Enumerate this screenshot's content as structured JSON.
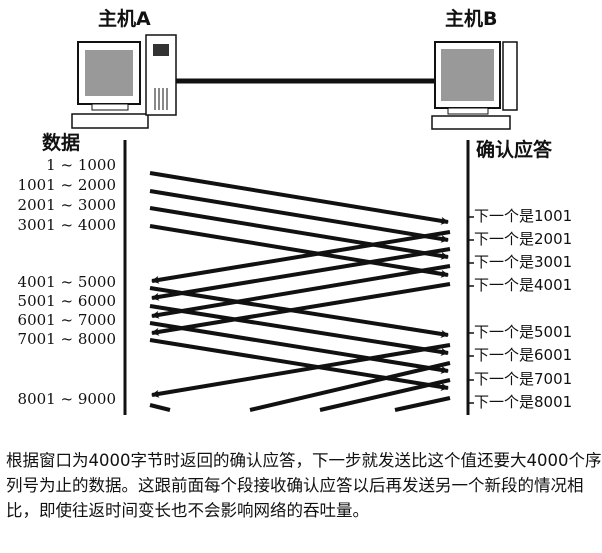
{
  "hosts": {
    "a": "主机A",
    "b": "主机B"
  },
  "columns": {
    "data": "数据",
    "ack": "确认应答"
  },
  "data_segments": [
    "1 ~ 1000",
    "1001 ~ 2000",
    "2001 ~ 3000",
    "3001 ~ 4000",
    "4001 ~ 5000",
    "5001 ~ 6000",
    "6001 ~ 7000",
    "7001 ~ 8000",
    "8001 ~ 9000"
  ],
  "acks": [
    "下一个是1001",
    "下一个是2001",
    "下一个是3001",
    "下一个是4001",
    "下一个是5001",
    "下一个是6001",
    "下一个是7001",
    "下一个是8001"
  ],
  "caption": "根据窗口为4000字节时返回的确认应答，下一步就发送比这个值还要大4000个序列号为止的数据。这跟前面每个段接收确认应答以后再发送另一个新段的情况相比，即使往返时间变长也不会影响网络的吞吐量。"
}
